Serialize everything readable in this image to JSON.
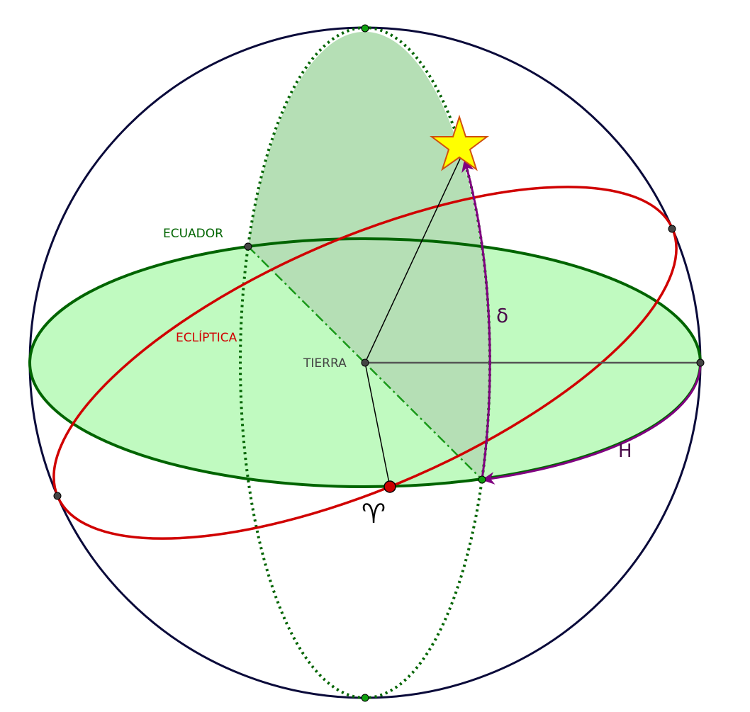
{
  "labels": {
    "equator": "ECUADOR",
    "ecliptic": "ECLÍPTICA",
    "earth": "TIERRA",
    "declination": "δ",
    "hour_angle": "H",
    "aries": "♈"
  },
  "colors": {
    "sphere": "#0a0a3a",
    "equator": "#006400",
    "equator_fill": "#c0fac0",
    "meridian_fill": "#b5dfb5",
    "ecliptic": "#d00000",
    "arc": "#800080",
    "star": "#ffff00",
    "star_stroke": "#d05010"
  }
}
